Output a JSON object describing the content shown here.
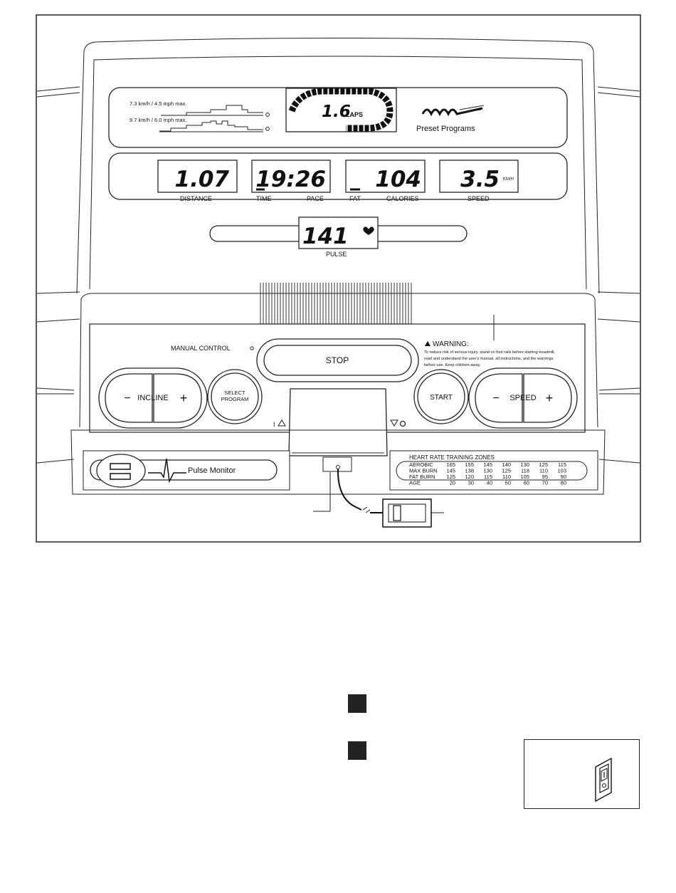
{
  "profiles": {
    "walk_label": "7.3 km/h / 4.5 mph max.",
    "run_label": "9.7 km/h / 6.0 mph max."
  },
  "track": {
    "value": "1.6",
    "unit": "LAPS"
  },
  "preset": {
    "label": "Preset Programs"
  },
  "displays": [
    {
      "value": "1.07",
      "unit": "",
      "labels": [
        "DISTANCE"
      ]
    },
    {
      "value": "19:26",
      "unit": "",
      "labels": [
        "TIME",
        "PACE"
      ]
    },
    {
      "value": "104",
      "unit": "",
      "labels": [
        "FAT",
        "CALORIES"
      ]
    },
    {
      "value": "3.5",
      "unit": "KM/H",
      "labels": [
        "SPEED"
      ]
    }
  ],
  "pulse": {
    "value": "141",
    "label": "PULSE"
  },
  "controls": {
    "manual_control": "MANUAL CONTROL",
    "stop": "STOP",
    "incline": "INCLINE",
    "select_program": [
      "SELECT",
      "PROGRAM"
    ],
    "start": "START",
    "speed": "SPEED",
    "minus": "−",
    "plus": "+"
  },
  "warning": {
    "title": "WARNING:",
    "lines": [
      "To reduce risk of serious injury, stand on foot rails before starting treadmill,",
      "read and understand the user's manual, all instructions, and the warnings",
      "before use.  Keep children away."
    ]
  },
  "pulse_monitor": {
    "label": "Pulse Monitor"
  },
  "hr_table": {
    "title": "HEART RATE TRAINING ZONES",
    "rows": [
      {
        "name": "AEROBIC",
        "values": [
          "165",
          "155",
          "145",
          "140",
          "130",
          "125",
          "115"
        ]
      },
      {
        "name": "MAX BURN",
        "values": [
          "145",
          "138",
          "130",
          "125",
          "118",
          "110",
          "103"
        ]
      },
      {
        "name": "FAT BURN",
        "values": [
          "125",
          "120",
          "115",
          "110",
          "105",
          "95",
          "90"
        ]
      },
      {
        "name": "AGE",
        "values": [
          "20",
          "30",
          "40",
          "50",
          "60",
          "70",
          "80"
        ]
      }
    ]
  }
}
